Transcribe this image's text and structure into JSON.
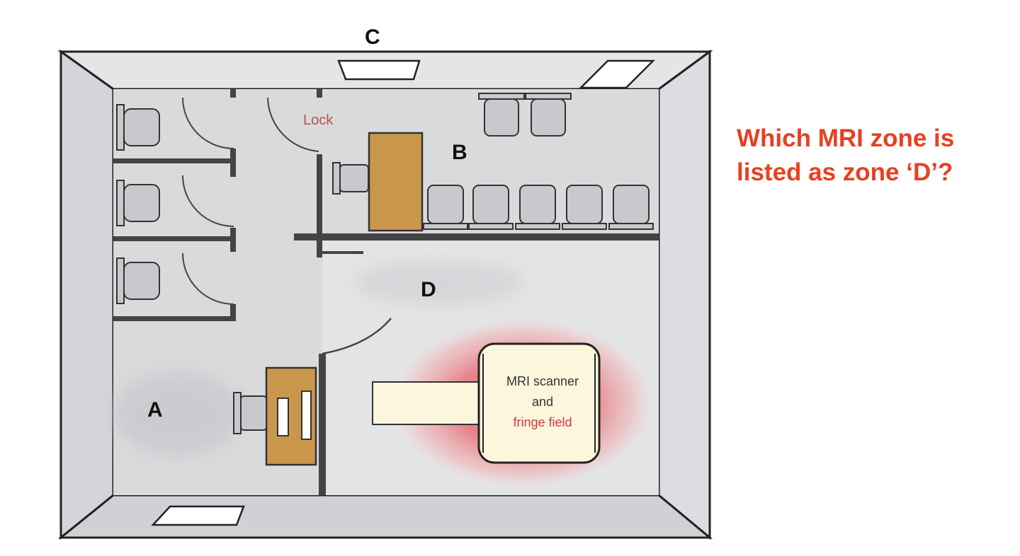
{
  "diagram": {
    "zone_labels": {
      "a": "A",
      "b": "B",
      "c": "C",
      "d": "D"
    },
    "lock_label": "Lock",
    "scanner": {
      "line1": "MRI scanner",
      "line2": "and",
      "line3": "fringe field"
    }
  },
  "question": {
    "line1": "Which MRI zone is",
    "line2": "listed as zone ‘D’?"
  },
  "colors": {
    "question": "#e8401f",
    "desk": "#c9974b",
    "fringe_field": "#e57373",
    "lock_text": "#c0504d",
    "wall": "#333333",
    "floor": "#d9dadc"
  }
}
